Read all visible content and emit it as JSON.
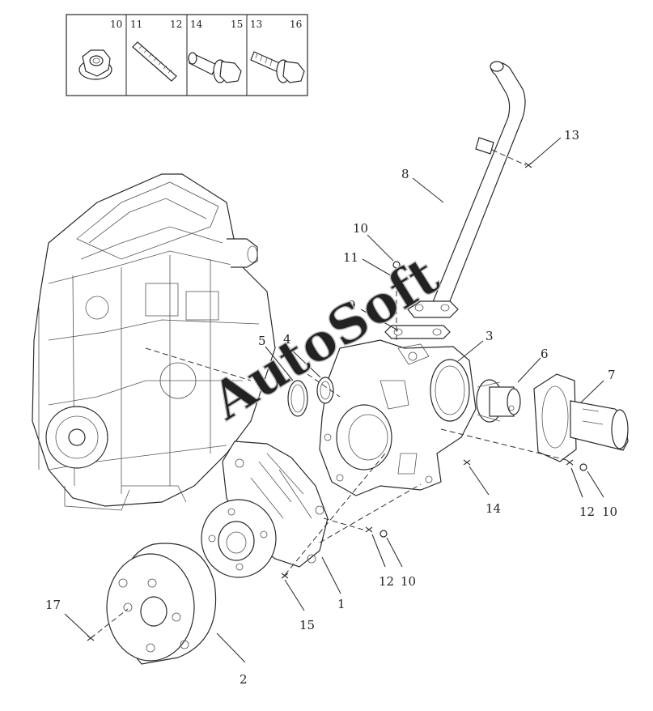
{
  "hardware_box": {
    "cells": [
      {
        "left": "10",
        "right": "",
        "icon": "flange-nut-icon"
      },
      {
        "left": "11",
        "right": "12",
        "icon": "stud-icon"
      },
      {
        "left": "14",
        "right": "15",
        "icon": "short-flange-bolt-icon"
      },
      {
        "left": "13",
        "right": "16",
        "icon": "long-flange-bolt-icon"
      }
    ]
  },
  "callouts": {
    "c1": "1",
    "c2": "2",
    "c3": "3",
    "c4": "4",
    "c5": "5",
    "c6": "6",
    "c7": "7",
    "c8": "8",
    "c9": "9",
    "c10a": "10",
    "c10b": "10",
    "c10c": "10",
    "c11": "11",
    "c12a": "12",
    "c12b": "12",
    "c13": "13",
    "c14": "14",
    "c15": "15",
    "c17": "17"
  },
  "watermark": "AutoSoft",
  "colors": {
    "line": "#333333",
    "background": "#ffffff",
    "watermark": "#bbbbbb"
  }
}
